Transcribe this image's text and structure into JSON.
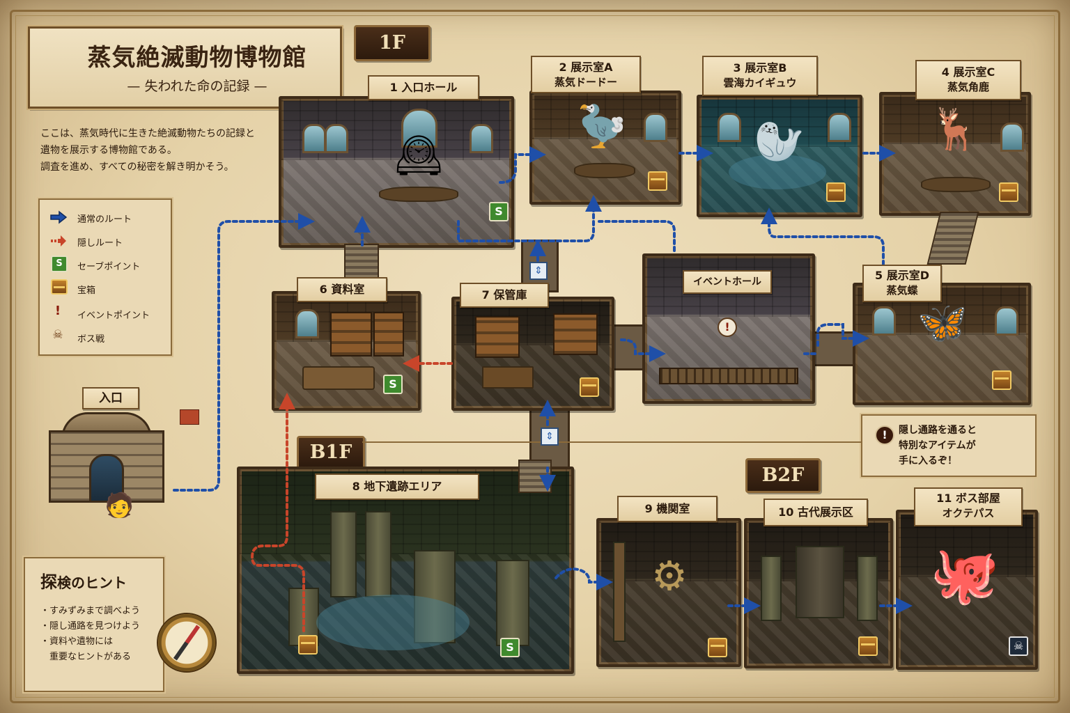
{
  "title": {
    "main": "蒸気絶滅動物博物館",
    "sub": "— 失われた命の記録 —"
  },
  "description": [
    "ここは、蒸気時代に生きた絶滅動物たちの記録と",
    "遺物を展示する博物館である。",
    "調査を進め、すべての秘密を解き明かそう。"
  ],
  "floors": {
    "f1": "1F",
    "b1": "B1F",
    "b2": "B2F"
  },
  "legend": [
    {
      "icon": "blue-arrow-icon",
      "label": "通常のルート"
    },
    {
      "icon": "red-arrow-icon",
      "label": "隠しルート"
    },
    {
      "icon": "save-point-icon",
      "symbol": "S",
      "label": "セーブポイント"
    },
    {
      "icon": "treasure-chest-icon",
      "label": "宝箱"
    },
    {
      "icon": "event-point-icon",
      "symbol": "!",
      "label": "イベントポイント"
    },
    {
      "icon": "boss-skull-icon",
      "label": "ボス戦"
    }
  ],
  "entrance": {
    "label": "入口"
  },
  "rooms": {
    "r1": {
      "line1": "1 入口ホール",
      "line2": ""
    },
    "r2": {
      "line1": "2 展示室A",
      "line2": "蒸気ドードー"
    },
    "r3": {
      "line1": "3 展示室B",
      "line2": "雲海カイギュウ"
    },
    "r4": {
      "line1": "4 展示室C",
      "line2": "蒸気角鹿"
    },
    "r5": {
      "line1": "5 展示室D",
      "line2": "蒸気蝶"
    },
    "r6": {
      "line1": "6 資料室",
      "line2": ""
    },
    "r7": {
      "line1": "7 保管庫",
      "line2": ""
    },
    "event_hall": {
      "line1": "イベントホール",
      "line2": ""
    },
    "r8": {
      "line1": "8 地下遺跡エリア",
      "line2": ""
    },
    "r9": {
      "line1": "9 機関室",
      "line2": ""
    },
    "r10": {
      "line1": "10 古代展示区",
      "line2": ""
    },
    "r11": {
      "line1": "11 ボス部屋",
      "line2": "オクテパス"
    }
  },
  "markers": {
    "save": "S",
    "event": "!",
    "boss": "☠",
    "elevator": "⇕"
  },
  "notice": [
    "隠し通路を通ると",
    "特別なアイテムが",
    "手に入るぞ！"
  ],
  "hints": {
    "title_big": "探",
    "title_rest": "検のヒント",
    "items": [
      "・すみずみまで調べよう",
      "・隠し通路を見つけよう",
      "・資料や遺物には",
      "　重要なヒントがある"
    ]
  },
  "colors": {
    "normal_route": "#1f4fa8",
    "hidden_route": "#c8452a",
    "parchment": "#e5d2a8",
    "frame": "#6e4f28"
  }
}
